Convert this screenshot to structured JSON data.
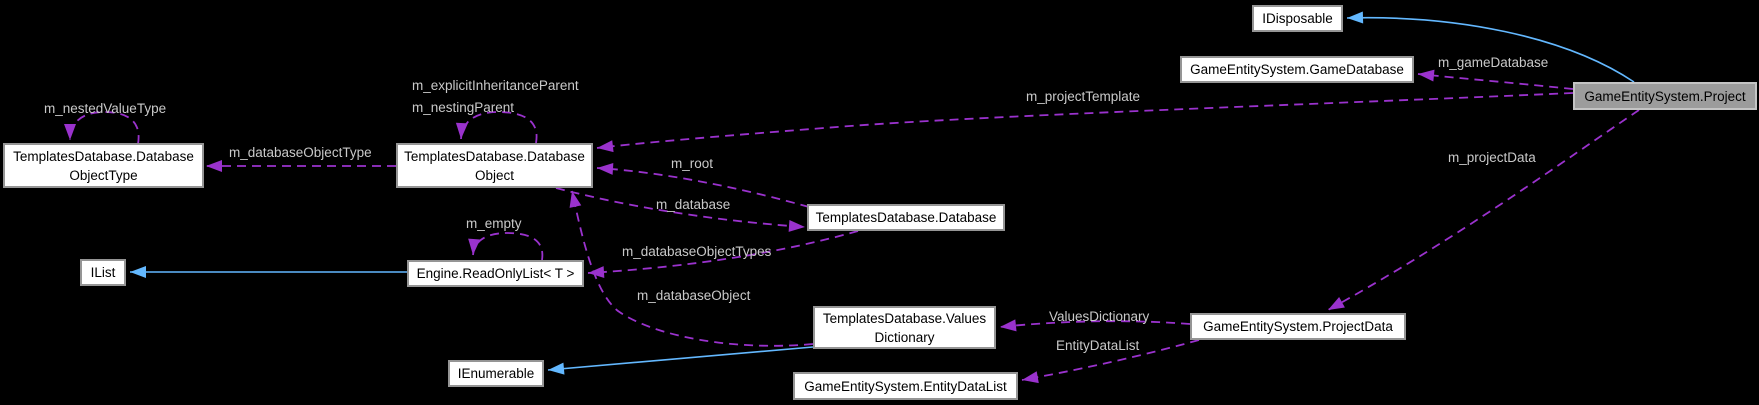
{
  "colors": {
    "background": "#000000",
    "usage_edge": "#9a32cd",
    "inheritance_edge": "#63b8ff",
    "edge_label": "#c9c9c9",
    "node_fill": "#ffffff",
    "node_border": "#959595",
    "node_text": "#000000",
    "current_node_fill": "#9c9c9c",
    "current_node_border": "#c4c4c4"
  },
  "nodes": {
    "database_object_type": {
      "label": "TemplatesDatabase.Database\nObjectType"
    },
    "database_object": {
      "label": "TemplatesDatabase.Database\nObject"
    },
    "database": {
      "label": "TemplatesDatabase.Database"
    },
    "ilist": {
      "label": "IList"
    },
    "readonly_list": {
      "label": "Engine.ReadOnlyList< T >"
    },
    "values_dictionary": {
      "label": "TemplatesDatabase.Values\nDictionary"
    },
    "entity_data_list": {
      "label": "GameEntitySystem.EntityDataList"
    },
    "ienumerable": {
      "label": "IEnumerable"
    },
    "project_data": {
      "label": "GameEntitySystem.ProjectData"
    },
    "idisposable": {
      "label": "IDisposable"
    },
    "game_database": {
      "label": "GameEntitySystem.GameDatabase"
    },
    "project": {
      "label": "GameEntitySystem.Project"
    }
  },
  "edge_labels": {
    "m_nestedValueType": "m_nestedValueType",
    "m_explicitInheritanceParent": "m_explicitInheritanceParent",
    "m_nestingParent": "m_nestingParent",
    "m_databaseObjectType": "m_databaseObjectType",
    "m_root": "m_root",
    "m_database": "m_database",
    "m_empty": "m_empty",
    "m_databaseObjectTypes": "m_databaseObjectTypes",
    "m_databaseObject": "m_databaseObject",
    "m_projectTemplate": "m_projectTemplate",
    "m_projectData": "m_projectData",
    "m_gameDatabase": "m_gameDatabase",
    "ValuesDictionary": "ValuesDictionary",
    "EntityDataList": "EntityDataList"
  }
}
